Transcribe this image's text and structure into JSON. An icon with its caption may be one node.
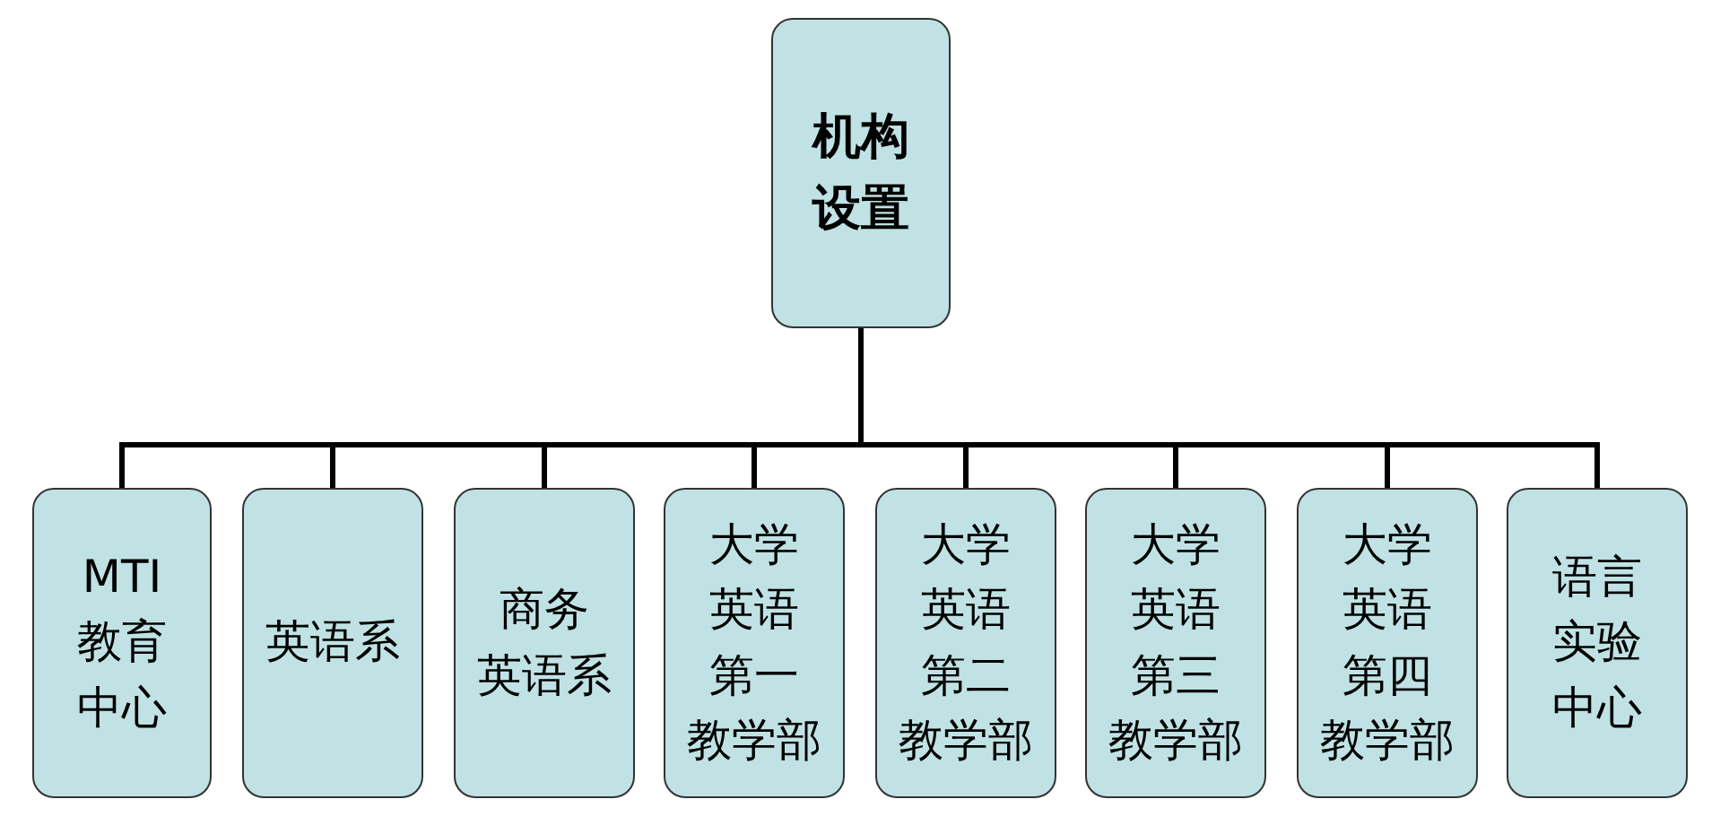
{
  "diagram": {
    "nodes": [
      {
        "text": [
          "机构设置"
        ]
      },
      {
        "text": [
          "MTI教育中心"
        ]
      },
      {
        "text": [
          "英语系"
        ]
      },
      {
        "text": [
          "商务英语系"
        ]
      },
      {
        "text": [
          "大学英语第一教学部"
        ]
      },
      {
        "text": [
          "大学英语第二教学部"
        ]
      },
      {
        "text": [
          "大学英语第三教学部"
        ]
      },
      {
        "text": [
          "大学英语第四教学部"
        ]
      },
      {
        "text": [
          "语言实验中心"
        ]
      }
    ],
    "edges": [
      {
        "from": 0,
        "to": 1,
        "arrow": "none"
      },
      {
        "from": 0,
        "to": 2,
        "arrow": "none"
      },
      {
        "from": 0,
        "to": 3,
        "arrow": "none"
      },
      {
        "from": 0,
        "to": 4,
        "arrow": "none"
      },
      {
        "from": 0,
        "to": 5,
        "arrow": "none"
      },
      {
        "from": 0,
        "to": 6,
        "arrow": "none"
      },
      {
        "from": 0,
        "to": 7,
        "arrow": "none"
      },
      {
        "from": 0,
        "to": 8,
        "arrow": "none"
      }
    ]
  }
}
